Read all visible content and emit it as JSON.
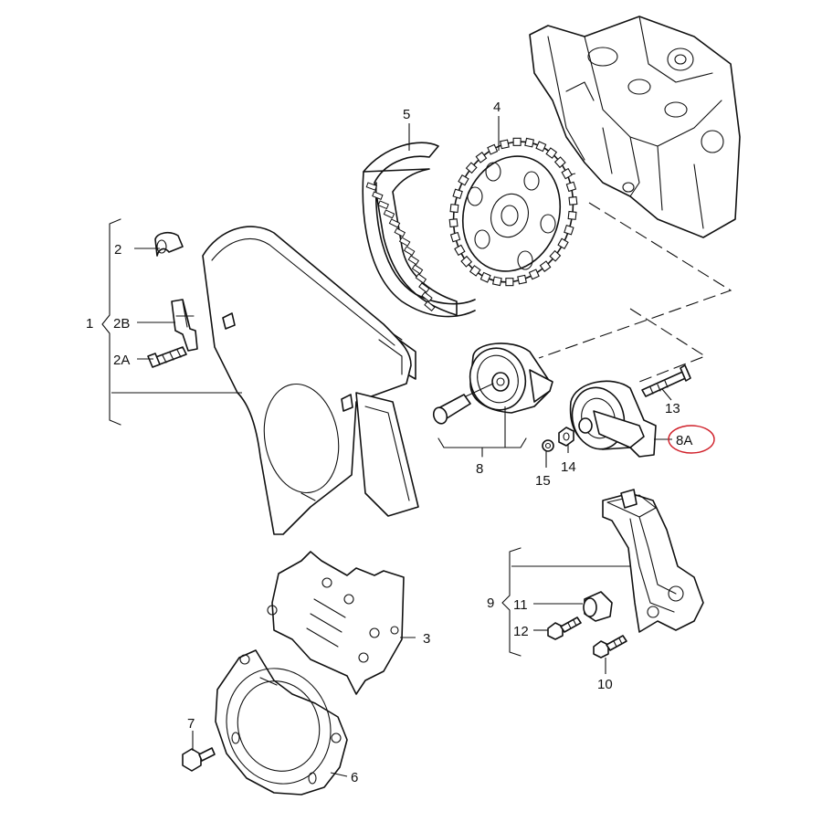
{
  "diagram": {
    "labels": {
      "l1": "1",
      "l2": "2",
      "l2A": "2A",
      "l2B": "2B",
      "l3": "3",
      "l4": "4",
      "l5": "5",
      "l6": "6",
      "l7": "7",
      "l8": "8",
      "l8A": "8A",
      "l9": "9",
      "l10": "10",
      "l11": "11",
      "l12": "12",
      "l13": "13",
      "l14": "14",
      "l15": "15"
    },
    "highlight_color": "#d0202a",
    "line_color": "#111111"
  }
}
